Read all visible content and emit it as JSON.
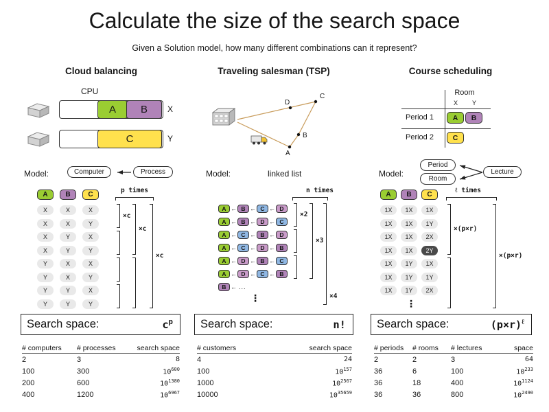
{
  "title": "Calculate the size of the search space",
  "subtitle": "Given a Solution model, how many different combinations can it represent?",
  "colors": {
    "green": "#9ACD32",
    "purple": "#B083B8",
    "yellow": "#FFE14D",
    "blue": "#8FB7E3",
    "mauve": "#C99BC9",
    "edge_tan": "#C89B5A"
  },
  "cloud": {
    "header": "Cloud balancing",
    "cpu_label": "CPU",
    "bars": [
      {
        "row_label": "X",
        "slots": [
          {
            "label": "A",
            "color_key": "green"
          },
          {
            "label": "B",
            "color_key": "purple"
          }
        ]
      },
      {
        "row_label": "Y",
        "slots": [
          {
            "label": "C",
            "color_key": "yellow"
          }
        ]
      }
    ],
    "model_label": "Model:",
    "model": {
      "left_box": "Computer",
      "right_box": "Process"
    },
    "enum": {
      "headers": [
        {
          "label": "A",
          "color_key": "green"
        },
        {
          "label": "B",
          "color_key": "purple"
        },
        {
          "label": "C",
          "color_key": "yellow"
        }
      ],
      "rows": [
        [
          "X",
          "X",
          "X"
        ],
        [
          "X",
          "X",
          "Y"
        ],
        [
          "X",
          "Y",
          "X"
        ],
        [
          "X",
          "Y",
          "Y"
        ],
        [
          "Y",
          "X",
          "X"
        ],
        [
          "Y",
          "X",
          "Y"
        ],
        [
          "Y",
          "Y",
          "X"
        ],
        [
          "Y",
          "Y",
          "Y"
        ]
      ],
      "times_label": "p times",
      "brackets": [
        {
          "lane": 0,
          "start": 0,
          "count": 2,
          "label": "×c"
        },
        {
          "lane": 0,
          "start": 2,
          "count": 2,
          "label": ""
        },
        {
          "lane": 0,
          "start": 4,
          "count": 2,
          "label": ""
        },
        {
          "lane": 0,
          "start": 6,
          "count": 2,
          "label": ""
        },
        {
          "lane": 1,
          "start": 0,
          "count": 4,
          "label": "×c"
        },
        {
          "lane": 1,
          "start": 4,
          "count": 4,
          "label": ""
        },
        {
          "lane": 2,
          "start": 0,
          "count": 8,
          "label": "×c"
        }
      ]
    },
    "search_space": {
      "label": "Search space:",
      "value": "c^p"
    },
    "table": {
      "headers": [
        "# computers",
        "# processes",
        "search space"
      ],
      "rows": [
        [
          "2",
          "3",
          "8"
        ],
        [
          "100",
          "300",
          "10^600"
        ],
        [
          "200",
          "600",
          "10^1380"
        ],
        [
          "400",
          "1200",
          "10^6967"
        ]
      ]
    }
  },
  "tsp": {
    "header": "Traveling salesman (TSP)",
    "model_label": "Model:",
    "model_value": "linked list",
    "cities": [
      "A",
      "B",
      "C",
      "D"
    ],
    "enum": {
      "times_label": "n times",
      "node_colors": {
        "A": "green",
        "B": "purple",
        "C": "blue",
        "D": "mauve"
      },
      "chains": [
        {
          "nodes": [
            "A",
            "B",
            "C",
            "D"
          ]
        },
        {
          "nodes": [
            "A",
            "B",
            "D",
            "C"
          ]
        },
        {
          "nodes": [
            "A",
            "C",
            "B",
            "D"
          ]
        },
        {
          "nodes": [
            "A",
            "C",
            "D",
            "B"
          ]
        },
        {
          "nodes": [
            "A",
            "D",
            "B",
            "C"
          ]
        },
        {
          "nodes": [
            "A",
            "D",
            "C",
            "B"
          ]
        },
        {
          "nodes": [
            "B"
          ],
          "ellipsis": "..."
        }
      ],
      "more_indicator": "⋮",
      "brackets": [
        {
          "lane": 0,
          "start": 0,
          "count": 2,
          "label": "×2"
        },
        {
          "lane": 0,
          "start": 2,
          "count": 2,
          "label": ""
        },
        {
          "lane": 0,
          "start": 4,
          "count": 2,
          "label": ""
        },
        {
          "lane": 1,
          "start": 0,
          "count": 6,
          "label": "×3"
        },
        {
          "lane": 2,
          "start": 0,
          "count": 8,
          "label": "×4"
        }
      ]
    },
    "search_space": {
      "label": "Search space:",
      "value": "n!"
    },
    "table": {
      "headers": [
        "# customers",
        "search space"
      ],
      "rows": [
        [
          "4",
          "24"
        ],
        [
          "100",
          "10^157"
        ],
        [
          "1000",
          "10^2567"
        ],
        [
          "10000",
          "10^35659"
        ]
      ]
    }
  },
  "course": {
    "header": "Course scheduling",
    "room_label": "Room",
    "room_cols": [
      "X",
      "Y"
    ],
    "period_rows": [
      {
        "label": "Period 1",
        "cells": [
          {
            "label": "A",
            "color_key": "green"
          },
          {
            "label": "B",
            "color_key": "purple"
          }
        ]
      },
      {
        "label": "Period 2",
        "cells": [
          {
            "label": "C",
            "color_key": "yellow"
          }
        ]
      }
    ],
    "model_label": "Model:",
    "model": {
      "targets": [
        "Period",
        "Room"
      ],
      "source": "Lecture"
    },
    "enum": {
      "headers": [
        {
          "label": "A",
          "color_key": "green"
        },
        {
          "label": "B",
          "color_key": "purple"
        },
        {
          "label": "C",
          "color_key": "yellow"
        }
      ],
      "rows": [
        [
          "1X",
          "1X",
          "1X"
        ],
        [
          "1X",
          "1X",
          "1Y"
        ],
        [
          "1X",
          "1X",
          "2X"
        ],
        [
          "1X",
          "1X",
          "2Y"
        ],
        [
          "1X",
          "1Y",
          "1X"
        ],
        [
          "1X",
          "1Y",
          "1Y"
        ],
        [
          "1X",
          "1Y",
          "2X"
        ]
      ],
      "dark_cells": [
        [
          3,
          2
        ]
      ],
      "times_label": "ℓ times",
      "more_indicator": "⋮",
      "brackets": [
        {
          "lane": 0,
          "start": 0,
          "count": 4,
          "label": "×(p×r)"
        },
        {
          "lane": 0,
          "start": 4,
          "count": 4,
          "label": ""
        },
        {
          "lane": 1,
          "start": 0,
          "count": 8,
          "label": "×(p×r)"
        }
      ]
    },
    "search_space": {
      "label": "Search space:",
      "value": "(p×r)^ℓ"
    },
    "table": {
      "headers": [
        "# periods",
        "# rooms",
        "# lectures",
        "space"
      ],
      "rows": [
        [
          "2",
          "2",
          "3",
          "64"
        ],
        [
          "36",
          "6",
          "100",
          "10^233"
        ],
        [
          "36",
          "18",
          "400",
          "10^1124"
        ],
        [
          "36",
          "36",
          "800",
          "10^2490"
        ]
      ]
    }
  }
}
